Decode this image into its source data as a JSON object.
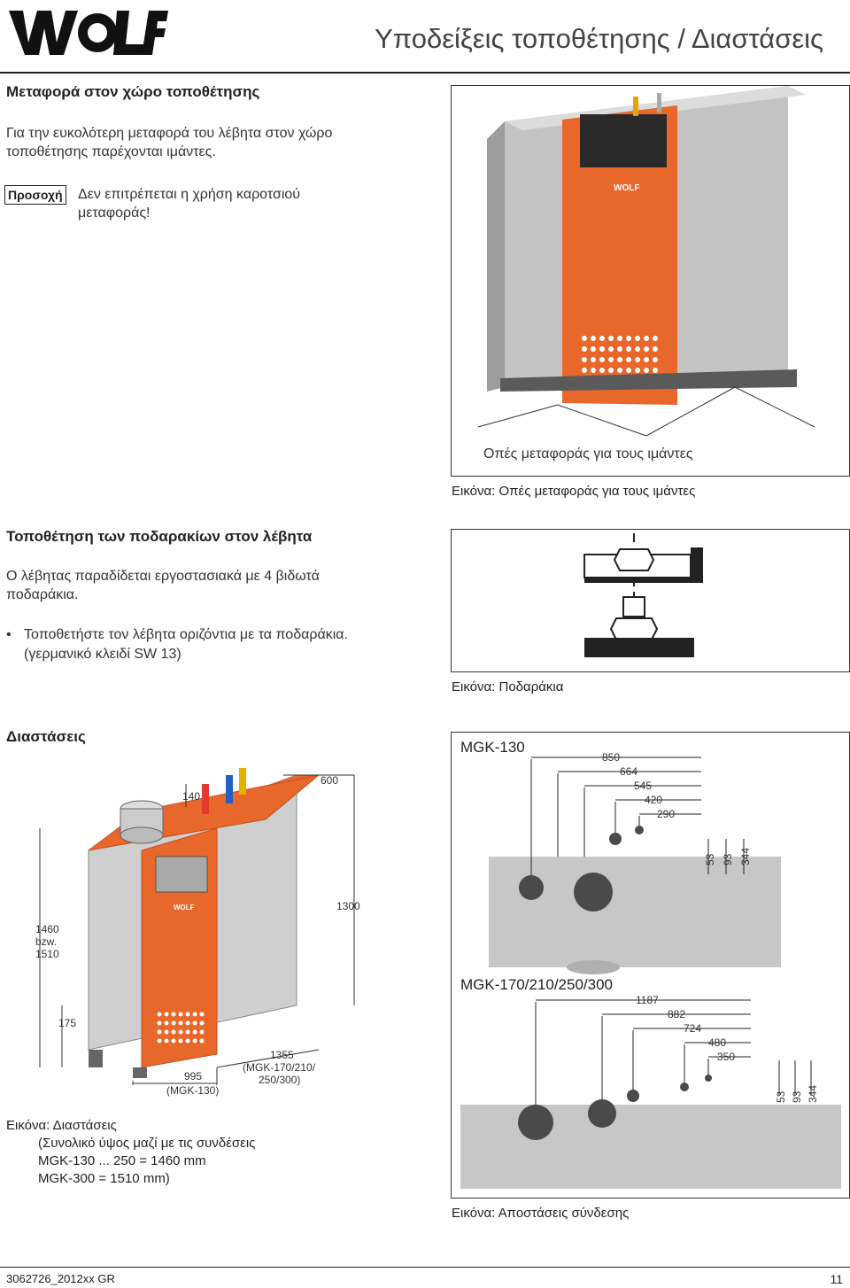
{
  "header": {
    "logo_text": "WOLF",
    "title": "Υποδείξεις τοποθέτησης / Διαστάσεις"
  },
  "transport": {
    "heading": "Μεταφορά στον χώρο τοποθέτησης",
    "text_line1": "Για την ευκολότερη μεταφορά του λέβητα στον χώρο",
    "text_line2": "τοποθέτησης παρέχονται ιμάντες.",
    "warning_label": "Προσοχή",
    "warning_line1": "Δεν επιτρέπεται η χρήση καροτσιού",
    "warning_line2": "μεταφοράς!",
    "figure_label": "Οπές μεταφοράς για τους ιμάντες",
    "figure_caption": "Εικόνα: Οπές μεταφοράς για τους ιμάντες",
    "boiler_logo": "WOLF"
  },
  "feet": {
    "heading": "Τοποθέτηση των ποδαρακίων στον λέβητα",
    "text_line1": "Ο λέβητας παραδίδεται εργοστασιακά με 4 βιδωτά",
    "text_line2": "ποδαράκια.",
    "bullet_line1": "Τοποθετήστε τον λέβητα οριζόντια με τα ποδαράκια.",
    "bullet_line2": "(γερμανικό κλειδί SW 13)",
    "figure_caption": "Εικόνα: Ποδαράκια"
  },
  "dimensions": {
    "heading": "Διαστάσεις",
    "caption_line1": "Εικόνα: Διαστάσεις",
    "caption_line2": "(Συνολικό ύψος μαζί με τις συνδέσεις",
    "caption_line3": "MGK-130 ... 250 = 1460 mm",
    "caption_line4": "MGK-300 = 1510 mm)",
    "dim_140": "140",
    "dim_600": "600",
    "dim_1300": "1300",
    "dim_1460_a": "1460",
    "dim_1460_b": "bzw.",
    "dim_1460_c": "1510",
    "dim_175": "175",
    "dim_995_a": "995",
    "dim_995_b": "(MGK-130)",
    "dim_1355_a": "1355",
    "dim_1355_b": "(MGK-170/210/",
    "dim_1355_c": "250/300)",
    "boiler_logo": "WOLF"
  },
  "connections": {
    "mgk130_label": "MGK-130",
    "mgk130_dims": [
      "850",
      "664",
      "545",
      "420",
      "290"
    ],
    "mgk130_vdims": [
      "53",
      "93",
      "344"
    ],
    "mgk170_label": "MGK-170/210/250/300",
    "mgk170_dims": [
      "1187",
      "882",
      "724",
      "480",
      "350"
    ],
    "mgk170_vdims": [
      "53",
      "93",
      "344"
    ],
    "figure_caption": "Εικόνα: Αποστάσεις σύνδεσης"
  },
  "footer": {
    "doc_number": "3062726_2012xx GR",
    "page_number": "11"
  },
  "colors": {
    "orange": "#e8672a",
    "silver": "#b9b9b9",
    "dark": "#222222"
  }
}
